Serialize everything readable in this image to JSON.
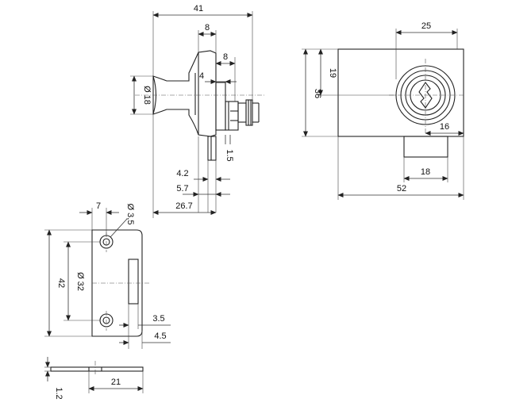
{
  "side_view": {
    "dims": {
      "overall_width": "41",
      "knob_width": "8",
      "bracket_width": "8",
      "neck_offset": "4",
      "knob_diameter": "Ø 18",
      "plate_thickness": "1.5",
      "bolt_42": "4.2",
      "bolt_57": "5.7",
      "depth_267": "26.7"
    }
  },
  "front_view": {
    "dims": {
      "top_width": "25",
      "height_19": "19",
      "height_36": "36",
      "cyl_16": "16",
      "bolt_18": "18",
      "overall_52": "52"
    }
  },
  "strike_plate": {
    "dims": {
      "hole_offset": "7",
      "hole_diameter": "Ø 3,5",
      "height_42": "42",
      "hole_spacing": "Ø 32",
      "slot_35": "3.5",
      "slot_45": "4.5",
      "thickness": "1.2",
      "width_21": "21"
    }
  }
}
